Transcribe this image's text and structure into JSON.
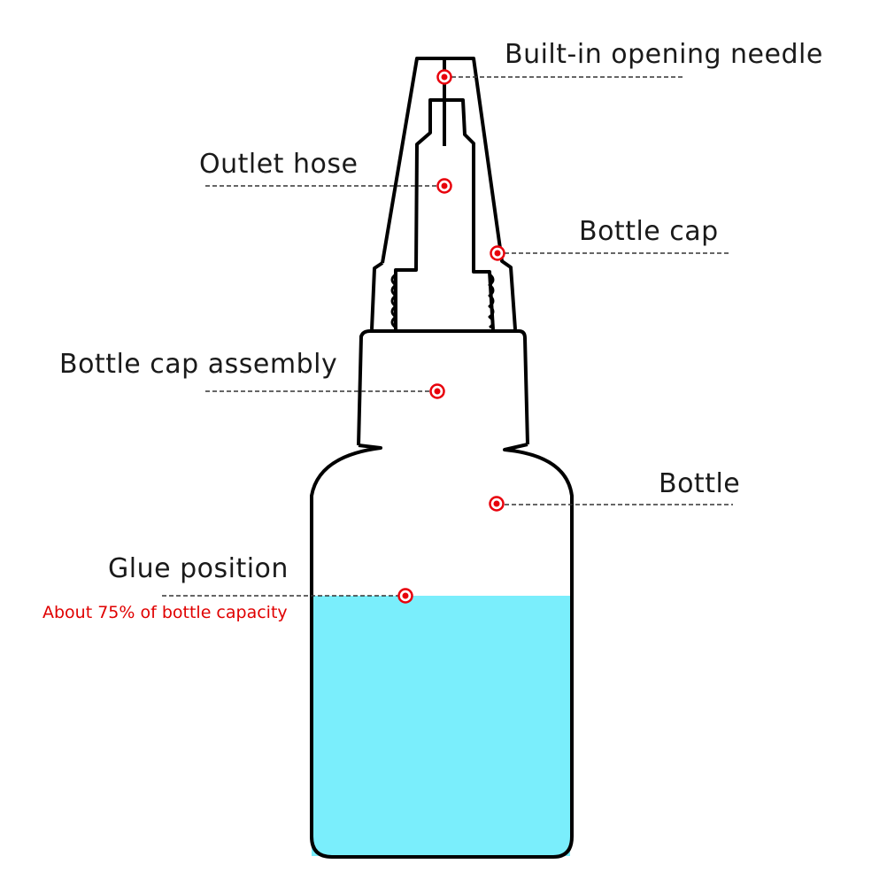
{
  "labels": {
    "needle": "Built-in opening needle",
    "hose": "Outlet hose",
    "cap": "Bottle cap",
    "assembly": "Bottle cap assembly",
    "bottle": "Bottle",
    "glue": "Glue position",
    "glue_note": "About 75% of bottle capacity"
  },
  "glue_fill_fraction": 0.75,
  "colors": {
    "glue": "#7aeefc",
    "marker": "#e8000b",
    "outline": "#000000",
    "note": "#e00000"
  }
}
